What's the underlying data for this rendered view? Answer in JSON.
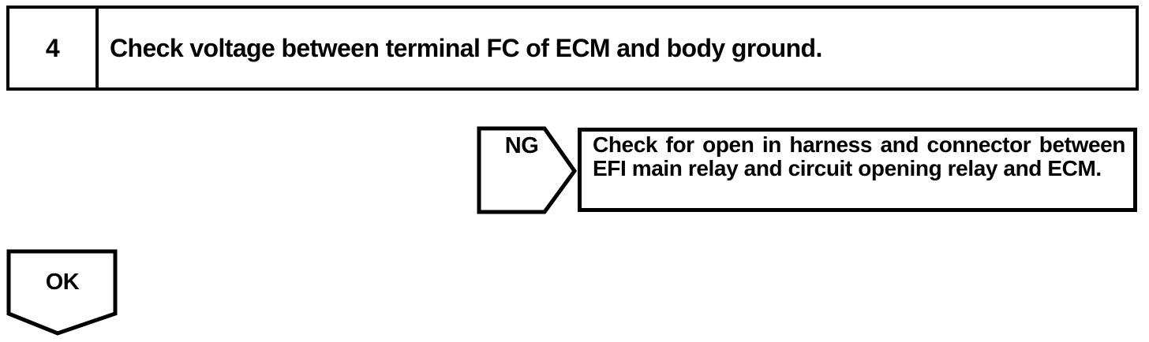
{
  "step": {
    "number": "4",
    "instruction": "Check voltage between terminal FC of ECM and body ground."
  },
  "ng_branch": {
    "label": "NG",
    "action": "Check for open in harness and connector between EFI main relay and circuit opening relay and ECM."
  },
  "ok_branch": {
    "label": "OK"
  },
  "colors": {
    "ink": "#000000",
    "background": "#ffffff"
  }
}
